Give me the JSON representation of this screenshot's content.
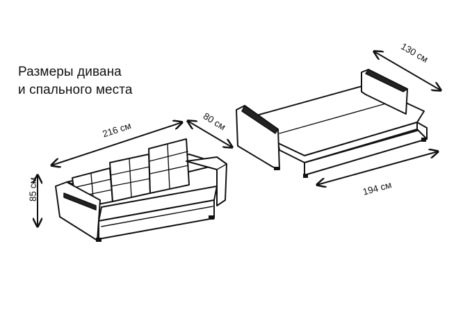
{
  "title": {
    "line1": "Размеры дивана",
    "line2": "и спального места"
  },
  "dimensions": {
    "sofa_width": "216 см",
    "sofa_depth": "80 см",
    "sofa_height": "85 см",
    "bed_depth": "130 см",
    "bed_width": "194 см"
  }
}
